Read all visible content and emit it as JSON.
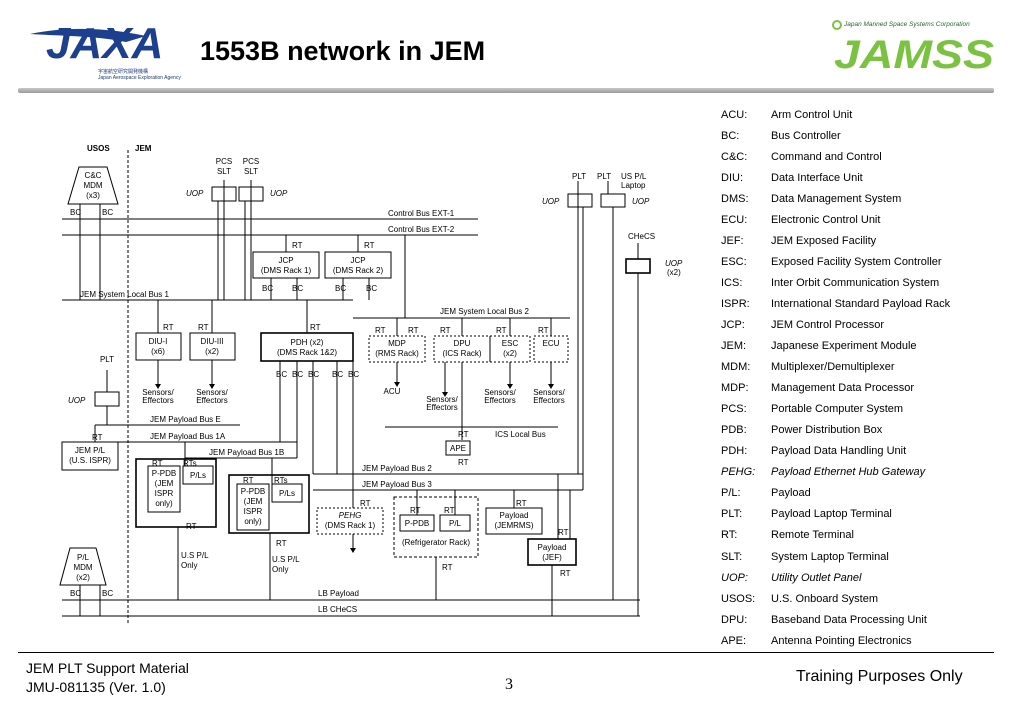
{
  "header": {
    "title": "1553B network in JEM",
    "jaxa_logo_text": "JAXA",
    "jaxa_subtitle_jp": "宇宙航空研究開発機構",
    "jaxa_subtitle_en": "Japan Aerospace Exploration Agency",
    "jamss_logo_text": "JAMSS",
    "jamss_tagline": "Japan Manned Space Systems Corporation"
  },
  "colors": {
    "jaxa_blue": "#1d3f8f",
    "jamss_green": "#7cc242",
    "rule_gray": "#a8a8a8"
  },
  "diagram": {
    "section_labels": [
      "USOS",
      "JEM"
    ],
    "buses": {
      "control_ext1": "Control Bus EXT-1",
      "control_ext2": "Control Bus EXT-2",
      "jem_local1": "JEM System Local Bus 1",
      "jem_local2": "JEM System Local Bus 2",
      "payload_e": "JEM Payload Bus E",
      "payload_1a": "JEM Payload Bus 1A",
      "payload_1b": "JEM Payload Bus 1B",
      "payload_2": "JEM Payload Bus 2",
      "payload_3": "JEM Payload Bus 3",
      "ics_local": "ICS Local Bus",
      "lb_payload": "LB Payload",
      "lb_checs": "LB CHeCS"
    },
    "labels": {
      "cc_mdm": [
        "C&C",
        "MDM",
        "(x3)"
      ],
      "pl_mdm": [
        "P/L",
        "MDM",
        "(x2)"
      ],
      "bc": "BC",
      "rt": "RT",
      "rts": "RTs",
      "pcs_slt": [
        "PCS",
        "SLT"
      ],
      "uop": "UOP",
      "plt": "PLT",
      "us_pl_laptop": [
        "US P/L",
        "Laptop"
      ],
      "checs": "CHeCS",
      "uop_x2": [
        "UOP",
        "(x2)"
      ],
      "jcp1": [
        "JCP",
        "(DMS Rack 1)"
      ],
      "jcp2": [
        "JCP",
        "(DMS Rack 2)"
      ],
      "diu_i": [
        "DIU-I",
        "(x6)"
      ],
      "diu_iii": [
        "DIU-III",
        "(x2)"
      ],
      "pdh": [
        "PDH (x2)",
        "(DMS Rack 1&2)"
      ],
      "mdp": [
        "MDP",
        "(RMS Rack)"
      ],
      "dpu": [
        "DPU",
        "(ICS Rack)"
      ],
      "esc": [
        "ESC",
        "(x2)"
      ],
      "ecu": "ECU",
      "sensors": [
        "Sensors/",
        "Effectors"
      ],
      "acu": "ACU",
      "ape": "APE",
      "jem_pl": [
        "JEM P/L",
        "(U.S. ISPR)"
      ],
      "p_pdb_a": [
        "P-PDB",
        "(JEM",
        "ISPR",
        "only)"
      ],
      "pls": "P/Ls",
      "pehg": [
        "PEHG",
        "(DMS Rack 1)"
      ],
      "p_pdb": "P-PDB",
      "pl": "P/L",
      "refrig": "(Refrigerator Rack)",
      "payload_jemrms": [
        "Payload",
        "(JEMRMS)"
      ],
      "payload_jef": [
        "Payload",
        "(JEF)"
      ],
      "us_pl_only": [
        "U.S P/L",
        "Only"
      ]
    }
  },
  "glossary": [
    {
      "abbr": "ACU:",
      "def": "Arm Control Unit",
      "italic": false
    },
    {
      "abbr": "BC:",
      "def": "Bus Controller",
      "italic": false
    },
    {
      "abbr": "C&C:",
      "def": "Command and Control",
      "italic": false
    },
    {
      "abbr": "DIU:",
      "def": "Data Interface Unit",
      "italic": false
    },
    {
      "abbr": "DMS:",
      "def": "Data Management System",
      "italic": false
    },
    {
      "abbr": "ECU:",
      "def": "Electronic Control Unit",
      "italic": false
    },
    {
      "abbr": "JEF:",
      "def": "JEM Exposed Facility",
      "italic": false
    },
    {
      "abbr": "ESC:",
      "def": "Exposed Facility System Controller",
      "italic": false
    },
    {
      "abbr": "ICS:",
      "def": "Inter Orbit Communication System",
      "italic": false
    },
    {
      "abbr": "ISPR:",
      "def": "International Standard Payload Rack",
      "italic": false
    },
    {
      "abbr": "JCP:",
      "def": "JEM Control Processor",
      "italic": false
    },
    {
      "abbr": "JEM:",
      "def": "Japanese Experiment Module",
      "italic": false
    },
    {
      "abbr": "MDM:",
      "def": "Multiplexer/Demultiplexer",
      "italic": false
    },
    {
      "abbr": "MDP:",
      "def": "Management Data Processor",
      "italic": false
    },
    {
      "abbr": "PCS:",
      "def": "Portable Computer System",
      "italic": false
    },
    {
      "abbr": "PDB:",
      "def": "Power Distribution Box",
      "italic": false
    },
    {
      "abbr": "PDH:",
      "def": "Payload Data Handling Unit",
      "italic": false
    },
    {
      "abbr": "PEHG:",
      "def": "Payload Ethernet Hub Gateway",
      "italic": true
    },
    {
      "abbr": "P/L:",
      "def": "Payload",
      "italic": false
    },
    {
      "abbr": "PLT:",
      "def": "Payload Laptop Terminal",
      "italic": false
    },
    {
      "abbr": "RT:",
      "def": "Remote Terminal",
      "italic": false
    },
    {
      "abbr": "SLT:",
      "def": "System Laptop Terminal",
      "italic": false
    },
    {
      "abbr": "UOP:",
      "def": "Utility Outlet Panel",
      "italic": true
    },
    {
      "abbr": "USOS:",
      "def": "U.S. Onboard System",
      "italic": false
    },
    {
      "abbr": "DPU:",
      "def": "Baseband Data Processing Unit",
      "italic": false
    },
    {
      "abbr": "APE:",
      "def": "Antenna Pointing Electronics",
      "italic": false
    }
  ],
  "footer": {
    "left_line1": "JEM PLT Support Material",
    "left_line2": "JMU-081135 (Ver. 1.0)",
    "page_number": "3",
    "right": "Training Purposes Only"
  }
}
